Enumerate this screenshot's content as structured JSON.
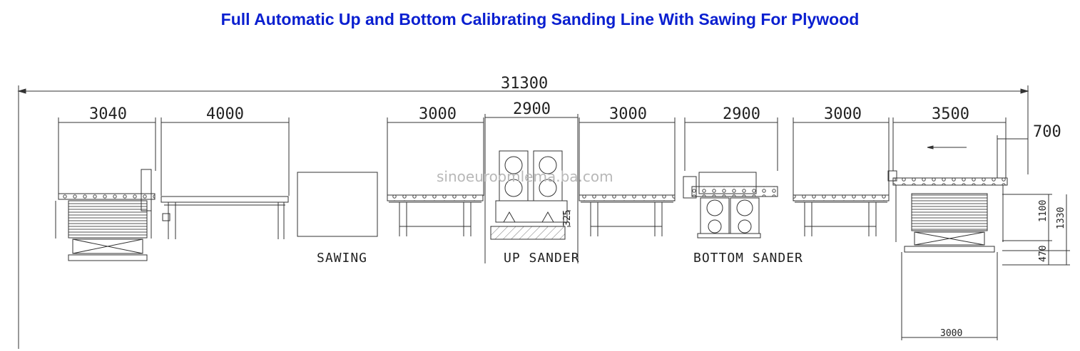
{
  "title": "Full Automatic Up and Bottom Calibrating Sanding Line With Sawing For Plywood",
  "colors": {
    "title": "#0a1fd0",
    "line": "#333333",
    "watermark": "#b8b8b8"
  },
  "watermark": "sinoeuroomlema.ba.com",
  "dimensions": {
    "overall": "31300",
    "feeder": "3040",
    "conveyor_1": "4000",
    "conveyor_2": "3000",
    "up_sander": "2900",
    "conveyor_3": "3000",
    "bottom_sander": "2900",
    "conveyor_4": "3000",
    "stacker": "3500",
    "stacker_offset": "700",
    "height_1100": "1100",
    "height_1330": "1330",
    "height_470": "470",
    "height_325": "325",
    "stacker_width": "3000"
  },
  "labels": {
    "sawing": "SAWING",
    "up_sander": "UP SANDER",
    "bottom_sander": "BOTTOM SANDER"
  }
}
